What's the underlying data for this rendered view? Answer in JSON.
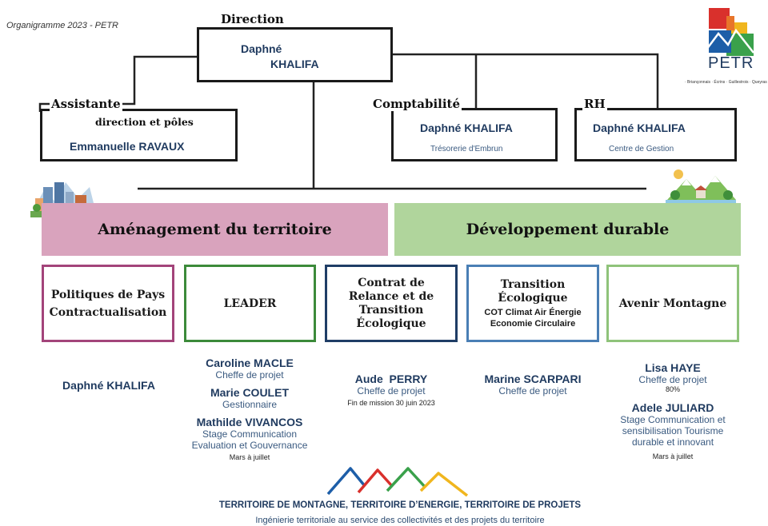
{
  "header": {
    "caption": "Organigramme 2023 - PETR"
  },
  "logo": {
    "text": "PETR",
    "tagline": "· Briançonnais · Écrins · Guillestrois · Queyras",
    "colors": [
      "#d9302c",
      "#f0b61e",
      "#3aa14b",
      "#1d5ea8"
    ]
  },
  "direction": {
    "label": "Direction",
    "name_first": "Daphné",
    "name_last": "KHALIFA"
  },
  "assistante": {
    "label": "Assistante",
    "sublabel": "direction et pôles",
    "name": "Emmanuelle RAVAUX"
  },
  "comptabilite": {
    "label": "Comptabilité",
    "name": "Daphné KHALIFA",
    "org": "Trésorerie d'Embrun"
  },
  "rh": {
    "label": "RH",
    "name": "Daphné KHALIFA",
    "org": "Centre de Gestion"
  },
  "banners": {
    "left": {
      "label": "Aménagement du territoire",
      "color": "#d9a3bd"
    },
    "right": {
      "label": "Développement durable",
      "color": "#b0d59c"
    }
  },
  "poles": [
    {
      "id": "politiques",
      "line1": "Politiques de Pays",
      "line2": "Contractualisation",
      "color": "#a3447a"
    },
    {
      "id": "leader",
      "line1": "LEADER",
      "color": "#3c8a3a"
    },
    {
      "id": "crte",
      "line1": "Contrat de",
      "line2": "Relance et de",
      "line3": "Transition",
      "line4": "Écologique",
      "color": "#1f3d66"
    },
    {
      "id": "transition",
      "line1": "Transition",
      "line2": "Écologique",
      "sub1": "COT Climat Air Énergie",
      "sub2": "Economie Circulaire",
      "color": "#4a7fb5"
    },
    {
      "id": "avenir",
      "line1": "Avenir Montagne",
      "color": "#8fc37a"
    }
  ],
  "staff": {
    "politiques": {
      "name": "Daphné KHALIFA"
    },
    "leader": [
      {
        "name": "Caroline MACLE",
        "role": "Cheffe de projet"
      },
      {
        "name": "Marie COULET",
        "role": "Gestionnaire"
      },
      {
        "name": "Mathilde VIVANCOS",
        "role1": "Stage Communication",
        "role2": "Evaluation et Gouvernance",
        "period": "Mars à juillet"
      }
    ],
    "crte": {
      "name": "Aude  PERRY",
      "role": "Cheffe de projet",
      "note": "Fin de mission 30 juin 2023"
    },
    "transition": {
      "name": "Marine SCARPARI",
      "role": "Cheffe de projet"
    },
    "avenir": [
      {
        "name": "Lisa HAYE",
        "role": "Cheffe de projet",
        "pct": "80%"
      },
      {
        "name": "Adele JULIARD",
        "role1": "Stage Communication et",
        "role2": "sensibilisation Tourisme",
        "role3": "durable et innovant",
        "period": "Mars à juillet"
      }
    ]
  },
  "footer": {
    "slogan": "TERRITOIRE DE MONTAGNE, TERRITOIRE D’ENERGIE, TERRITOIRE DE PROJETS",
    "subtitle": "Ingénierie territoriale au service des collectivités et des projets du territoire"
  }
}
